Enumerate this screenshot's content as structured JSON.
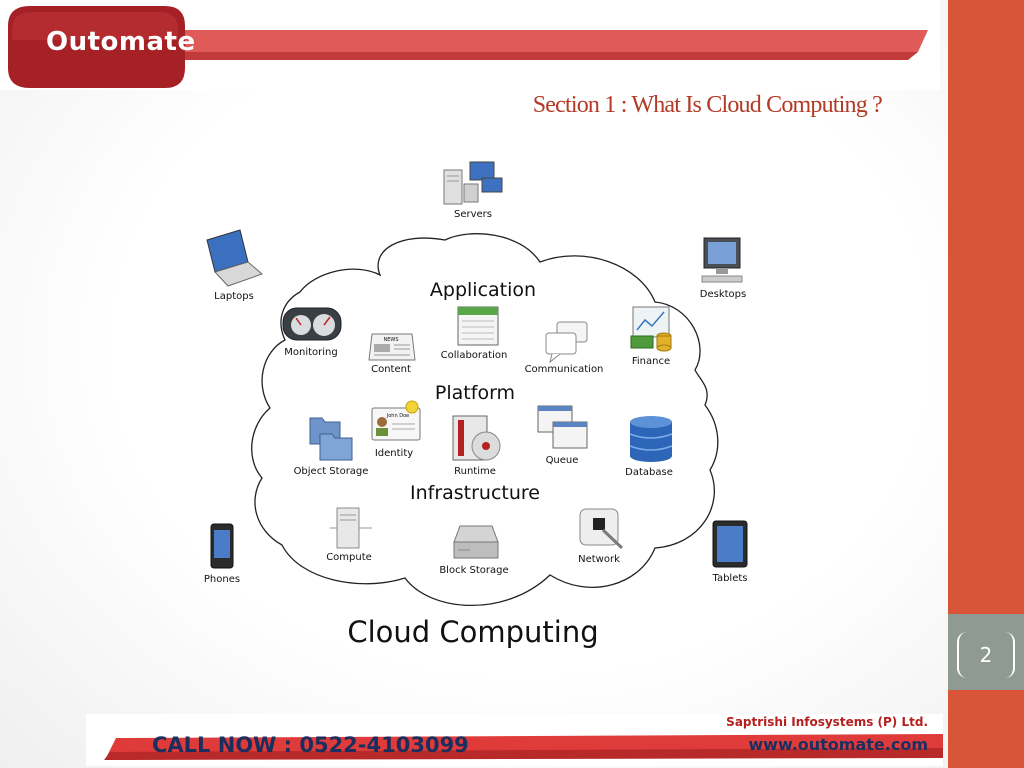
{
  "header": {
    "brand": "Outomate",
    "section_title": "Section 1 :  What Is Cloud Computing ?"
  },
  "diagram": {
    "caption": "Cloud Computing",
    "layers": {
      "application": "Application",
      "platform": "Platform",
      "infrastructure": "Infrastructure"
    },
    "services": {
      "monitoring": "Monitoring",
      "content": "Content",
      "collaboration": "Collaboration",
      "communication": "Communication",
      "finance": "Finance",
      "object_storage": "Object Storage",
      "identity": "Identity",
      "runtime": "Runtime",
      "queue": "Queue",
      "database": "Database",
      "compute": "Compute",
      "block_storage": "Block Storage",
      "network": "Network"
    },
    "devices": {
      "servers": "Servers",
      "laptops": "Laptops",
      "desktops": "Desktops",
      "phones": "Phones",
      "tablets": "Tablets"
    },
    "icon_badges": {
      "news": "NEWS",
      "id_name": "John Doe"
    }
  },
  "footer": {
    "call_now": "CALL NOW :  0522-4103099",
    "company": "Saptrishi Infosystems (P) Ltd.",
    "website": "www.outomate.com"
  },
  "page": {
    "number": "2"
  },
  "colors": {
    "accent_orange": "#d9553a",
    "brand_red": "#a62126",
    "title_red": "#b23a26",
    "footer_navy": "#1b2f5e",
    "page_tab_gray": "#8f9a92"
  }
}
